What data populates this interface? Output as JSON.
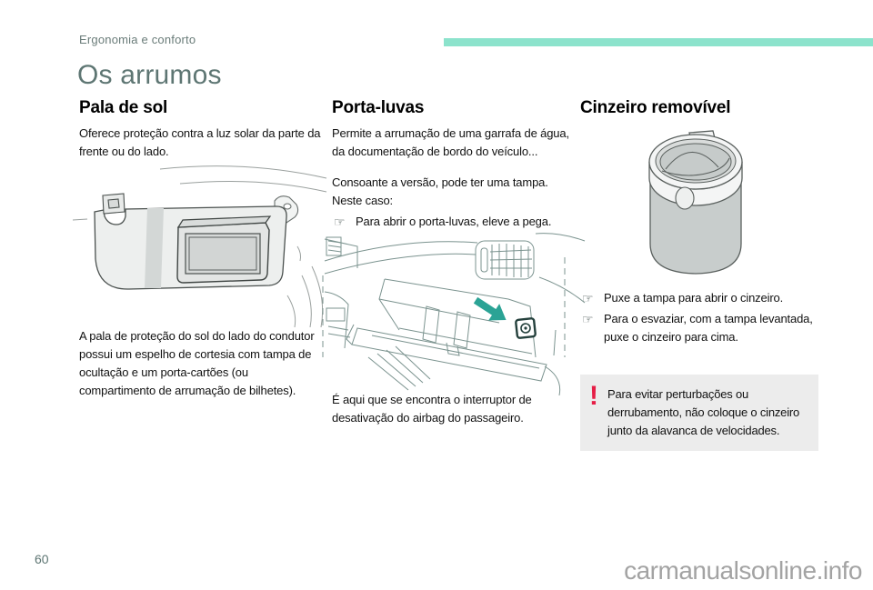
{
  "page": {
    "breadcrumb": "Ergonomia e conforto",
    "title": "Os arrumos",
    "page_number": "60",
    "watermark": "carmanualsonline.info",
    "accent_color": "#8ce3cc",
    "heading_color": "#5e7673",
    "warning_red": "#e61e46"
  },
  "icons": {
    "step_bullet": "☞",
    "warning_mark": "!"
  },
  "sections": {
    "sun_visor": {
      "heading": "Pala de sol",
      "intro": "Oferece proteção contra a luz solar da parte da frente ou do lado.",
      "illustration": "sun-visor-line-drawing",
      "caption": "A pala de proteção do sol do lado do condutor possui um espelho de cortesia com tampa de ocultação e um porta-cartões (ou compartimento de arrumação de bilhetes)."
    },
    "glovebox": {
      "heading": "Porta-luvas",
      "intro": "Permite a arrumação de uma garrafa de água, da documentação de bordo do veículo...",
      "variant_note": "Consoante a versão, pode ter uma tampa. Neste caso:",
      "steps": [
        "Para abrir o porta-luvas, eleve a pega."
      ],
      "illustration": "glovebox-airbag-switch-line-drawing",
      "caption": "É aqui que se encontra o interruptor de desativação do airbag do passageiro."
    },
    "ashtray": {
      "heading": "Cinzeiro removível",
      "illustration": "removable-ashtray-line-drawing",
      "steps": [
        "Puxe a tampa para abrir o cinzeiro.",
        "Para o esvaziar, com a tampa levantada, puxe o cinzeiro para cima."
      ],
      "warning": "Para evitar perturbações ou derrubamento, não coloque o cinzeiro junto da alavanca de velocidades."
    }
  }
}
